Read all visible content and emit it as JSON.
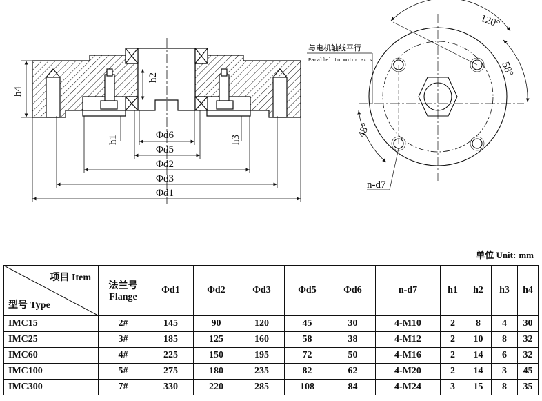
{
  "drawing": {
    "dims": {
      "d1": "Φd1",
      "d2": "Φd2",
      "d3": "Φd3",
      "d5": "Φd5",
      "d6": "Φd6",
      "h1": "h1",
      "h2": "h2",
      "h3": "h3",
      "h4": "h4"
    },
    "front": {
      "angle_top": "120°",
      "angle_right": "58°",
      "angle_left": "45°",
      "note_cn": "与电机轴线平行",
      "note_en": "Parallel to motor axis",
      "hole_label": "n-d7"
    }
  },
  "unit": {
    "label": "单位 Unit:",
    "value": "mm"
  },
  "table": {
    "corner_top": "项目 Item",
    "corner_bottom": "型号 Type",
    "flange_header": [
      "法兰号",
      "Flange"
    ],
    "headers": [
      "Φd1",
      "Φd2",
      "Φd3",
      "Φd5",
      "Φd6",
      "n-d7",
      "h1",
      "h2",
      "h3",
      "h4"
    ],
    "rows": [
      [
        "IMC15",
        "2#",
        "145",
        "90",
        "120",
        "45",
        "30",
        "4-M10",
        "2",
        "8",
        "4",
        "30"
      ],
      [
        "IMC25",
        "3#",
        "185",
        "125",
        "160",
        "58",
        "38",
        "4-M12",
        "2",
        "10",
        "8",
        "32"
      ],
      [
        "IMC60",
        "4#",
        "225",
        "150",
        "195",
        "72",
        "50",
        "4-M16",
        "2",
        "14",
        "6",
        "32"
      ],
      [
        "IMC100",
        "5#",
        "275",
        "180",
        "235",
        "82",
        "62",
        "4-M20",
        "2",
        "14",
        "3",
        "45"
      ],
      [
        "IMC300",
        "7#",
        "330",
        "220",
        "285",
        "108",
        "84",
        "4-M24",
        "3",
        "15",
        "8",
        "35"
      ]
    ]
  }
}
